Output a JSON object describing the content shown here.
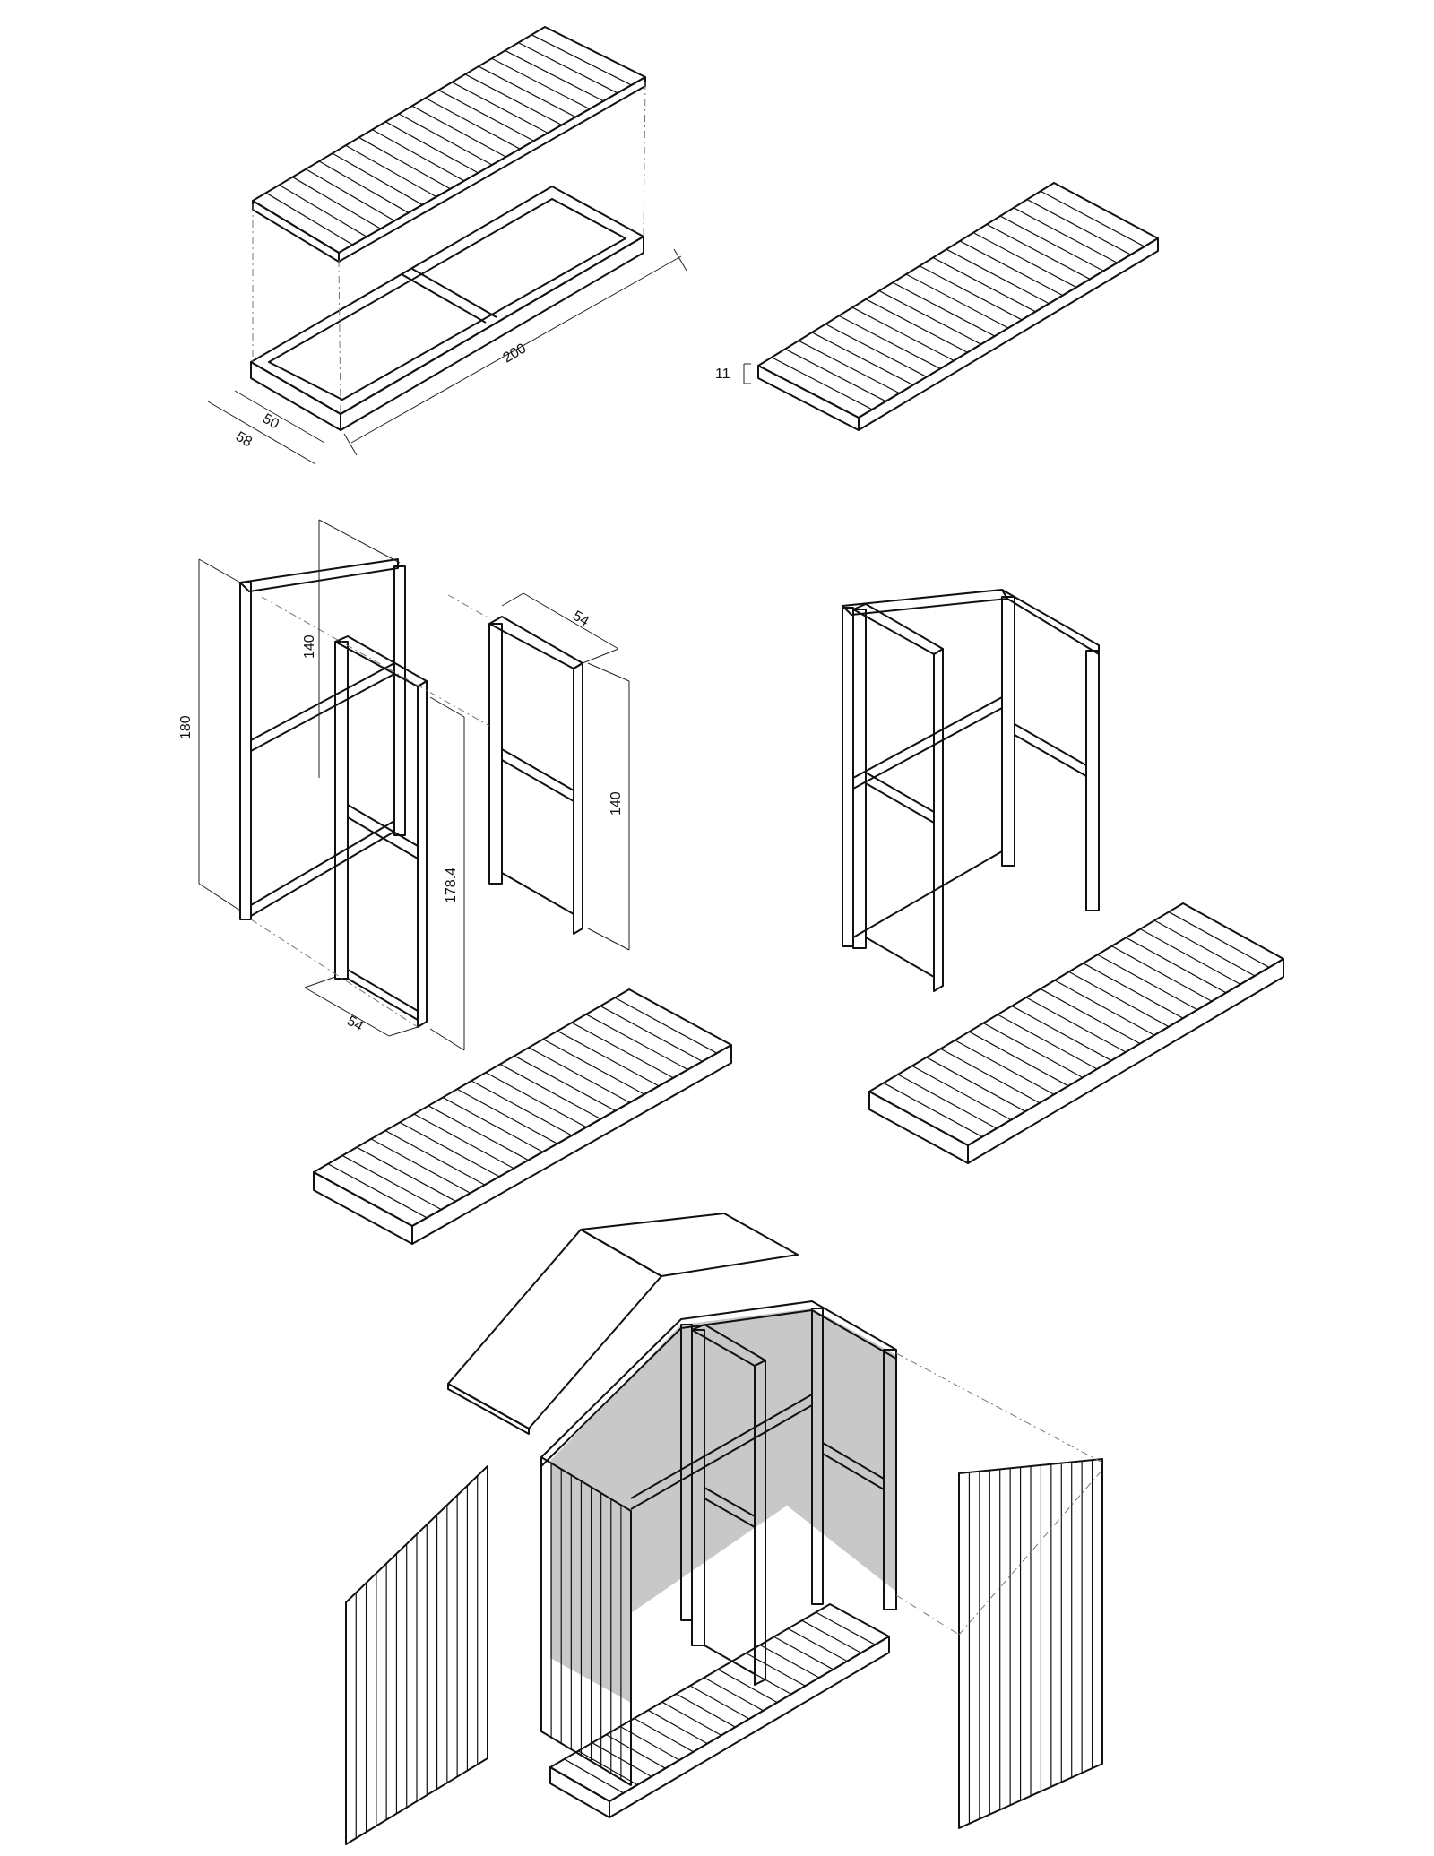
{
  "labels": {
    "base_length": "200",
    "base_inner_width": "50",
    "base_outer_width": "58",
    "deck_thickness": "11",
    "frame_height": "180",
    "frame_side_height": "140",
    "door_width_top": "54",
    "door_panel_height": "140",
    "door_height": "178.4",
    "door_width_bottom": "54"
  },
  "colors": {
    "line": "#111111",
    "panel_fill": "#c8c8c8",
    "background": "#ffffff"
  }
}
